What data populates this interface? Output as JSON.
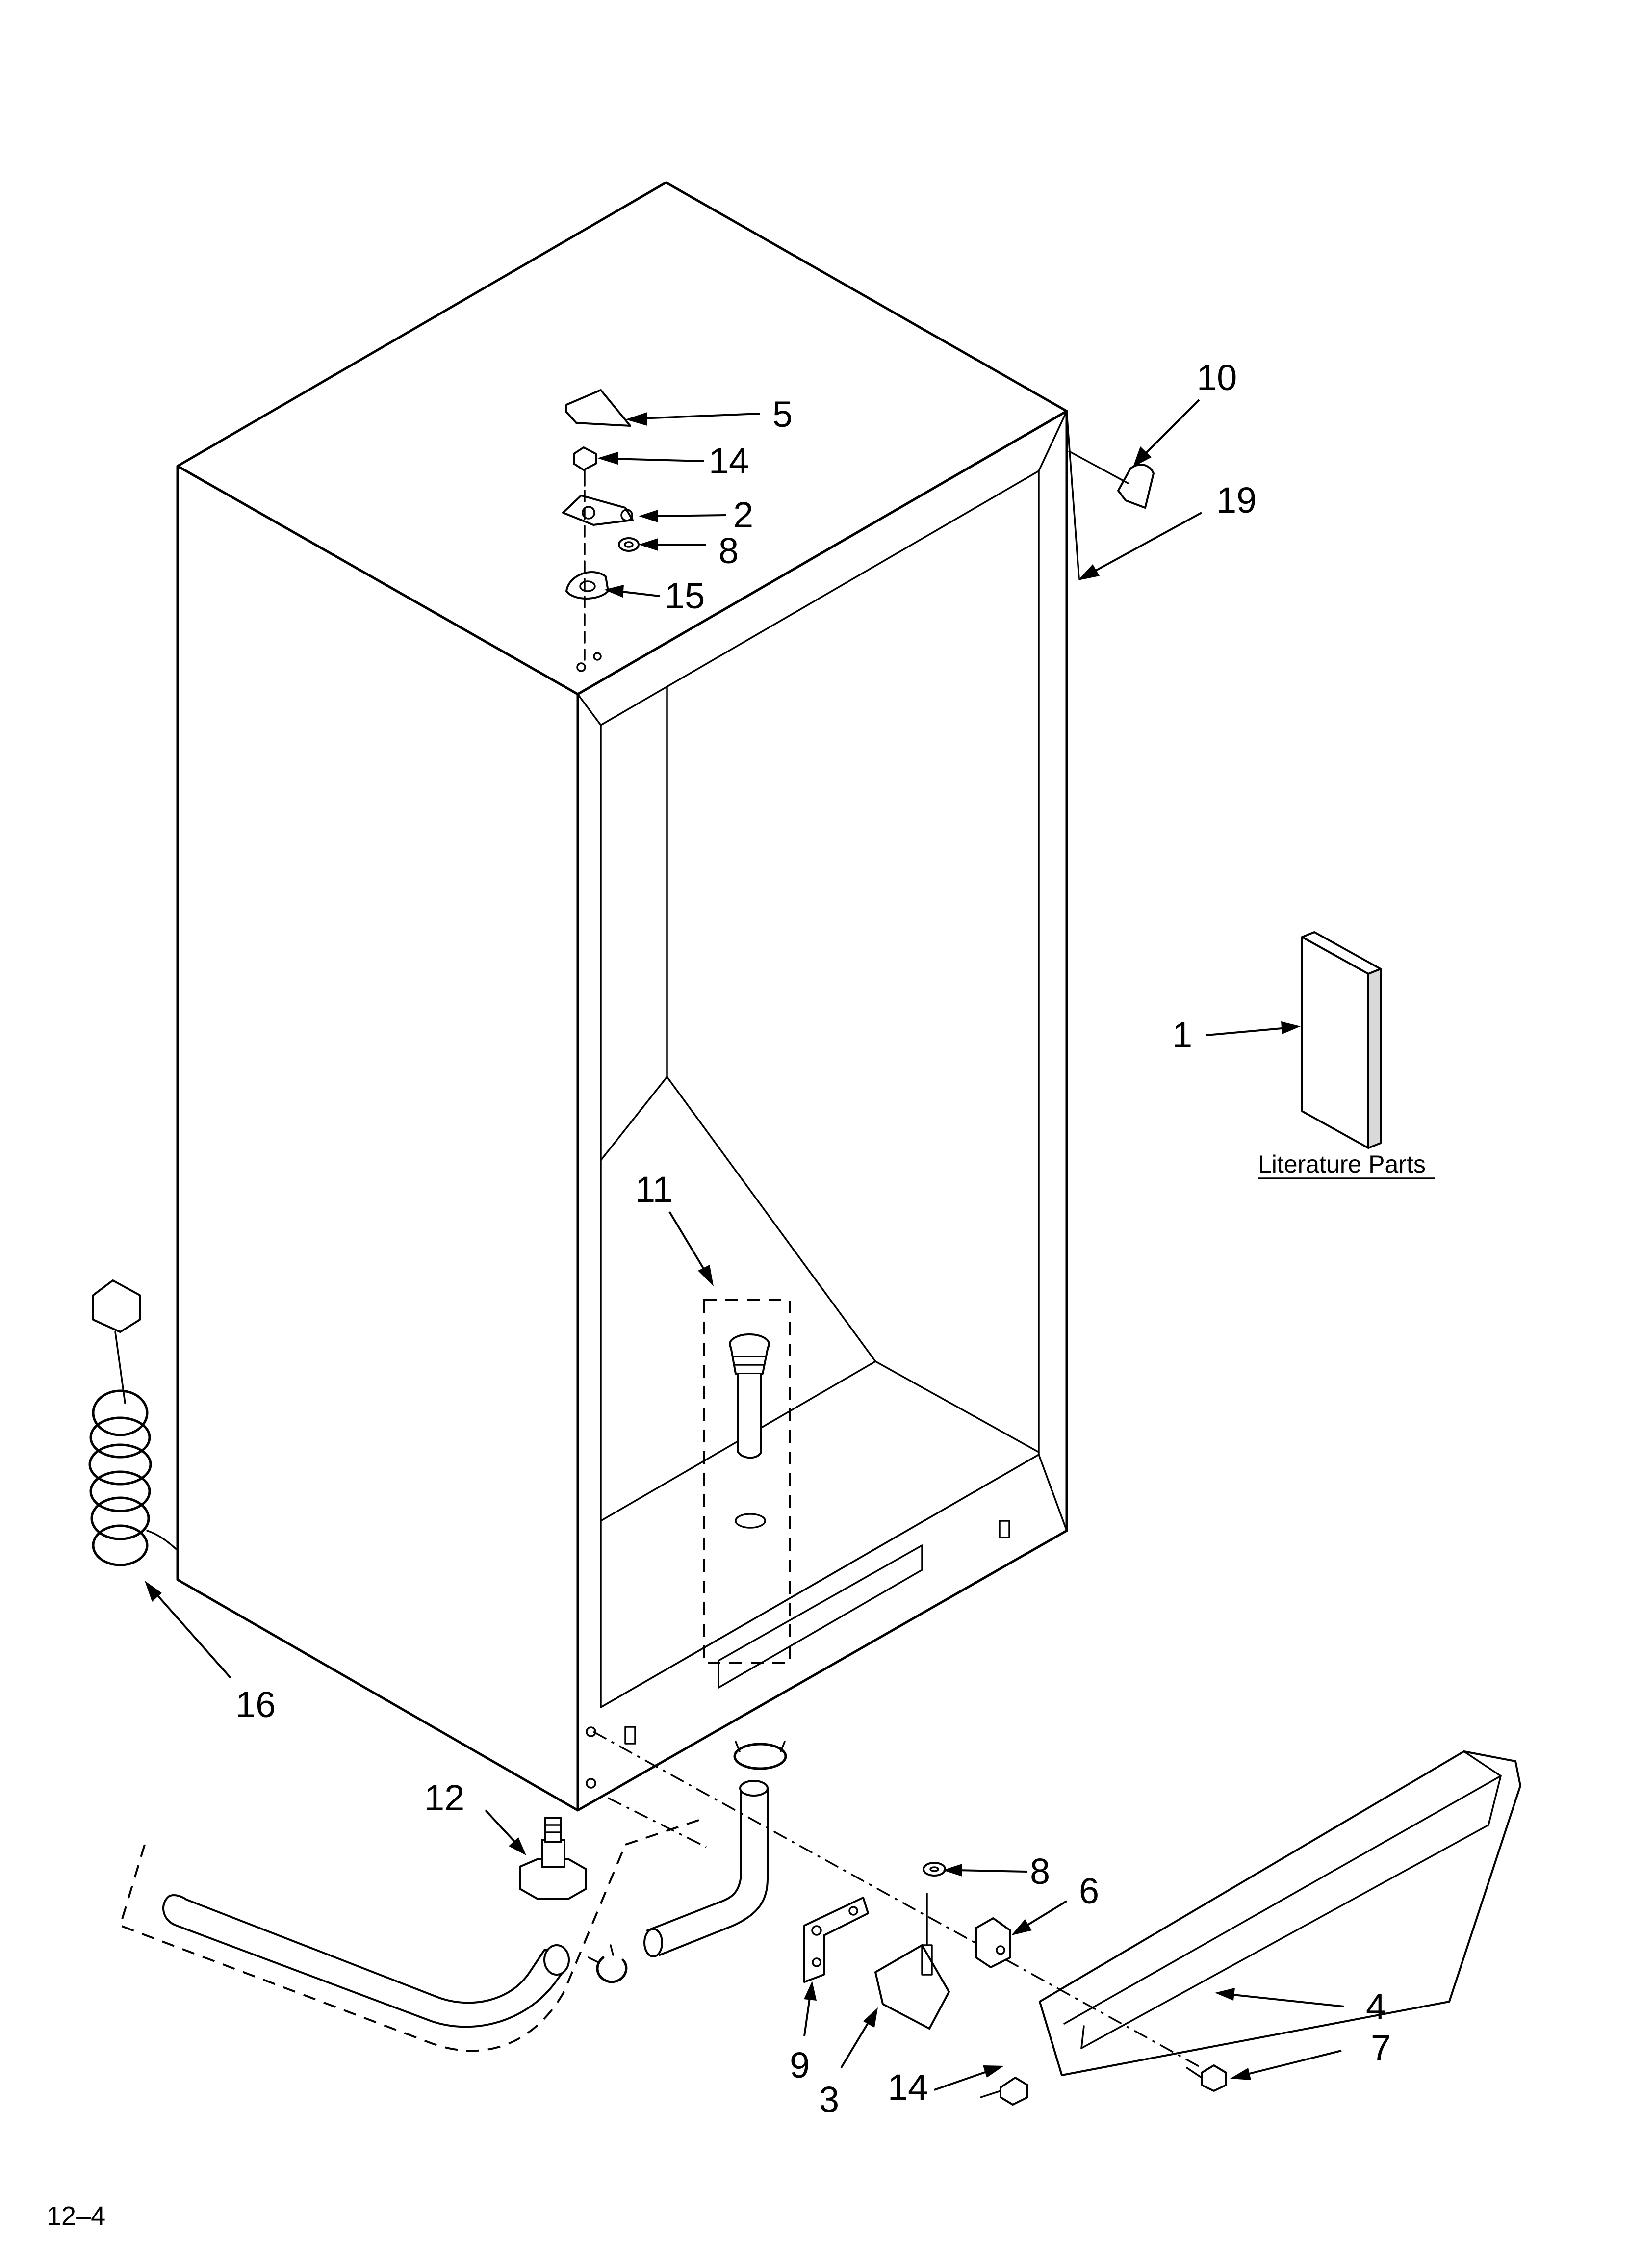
{
  "diagram": {
    "page_code": "12–4",
    "literature_label": "Literature Parts",
    "callouts": {
      "c1": "1",
      "c2": "2",
      "c3": "3",
      "c4": "4",
      "c5": "5",
      "c6": "6",
      "c7": "7",
      "c8_top": "8",
      "c8_bottom": "8",
      "c9": "9",
      "c10": "10",
      "c11": "11",
      "c12": "12",
      "c14_top": "14",
      "c14_bottom": "14",
      "c15": "15",
      "c16": "16",
      "c19": "19"
    }
  }
}
